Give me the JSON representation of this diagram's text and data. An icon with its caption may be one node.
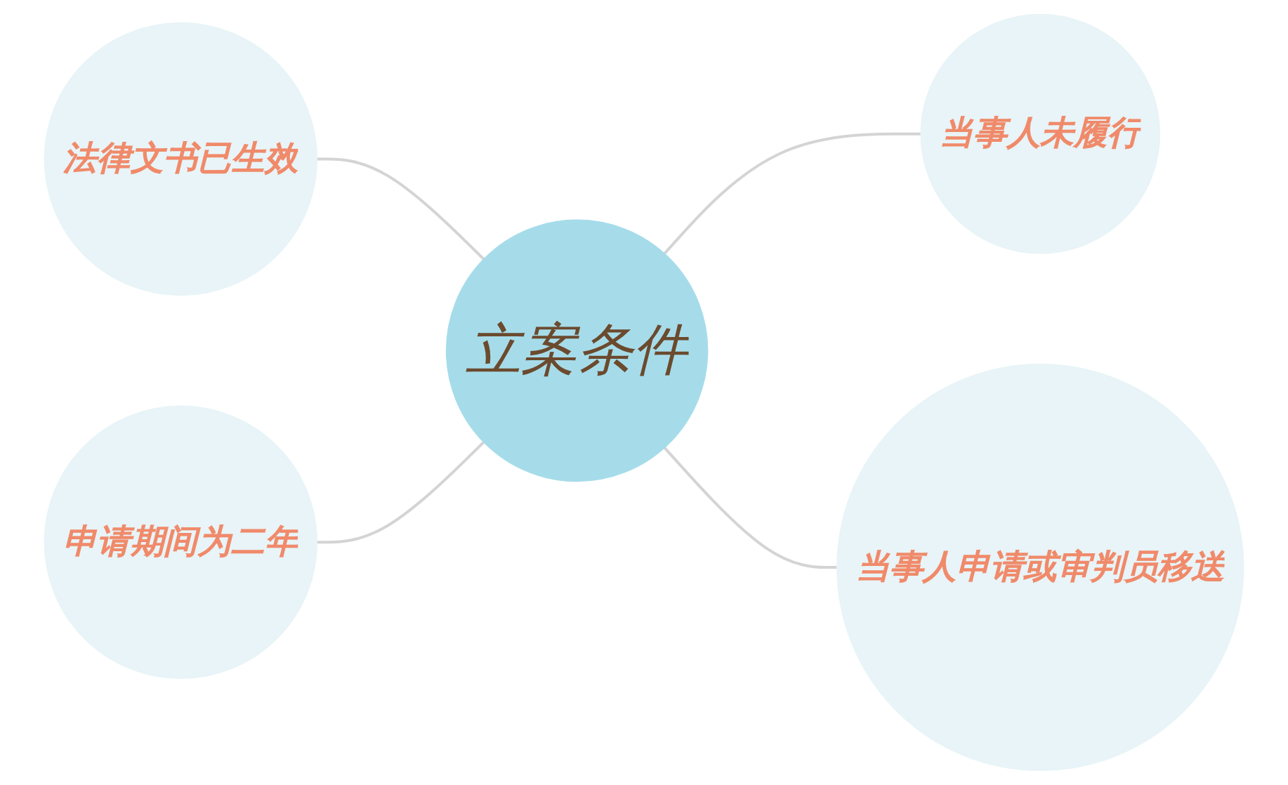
{
  "diagram": {
    "nodes": [
      {
        "text": [
          "法律文书已生效"
        ]
      },
      {
        "text": [
          "当事人未履行"
        ]
      },
      {
        "text": [
          "立案条件"
        ]
      },
      {
        "text": [
          "申请期间为二年"
        ]
      },
      {
        "text": [
          "当事人申请或审判员移送"
        ]
      }
    ],
    "edges": [
      {
        "from": 0,
        "to": 2,
        "arrow": "none"
      },
      {
        "from": 3,
        "to": 2,
        "arrow": "none"
      },
      {
        "from": 2,
        "to": 1,
        "arrow": "none"
      },
      {
        "from": 2,
        "to": 4,
        "arrow": "none"
      }
    ]
  }
}
